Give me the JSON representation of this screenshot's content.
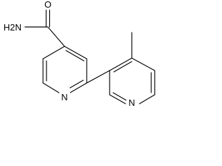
{
  "molecule": {
    "labels": {
      "amide_nh2": "H2N",
      "amide_o": "O",
      "pyridine_n_left": "N",
      "pyridine_n_right": "N"
    }
  },
  "colors": {
    "bond": "#000000",
    "label": "#000000",
    "background": "#ffffff"
  }
}
